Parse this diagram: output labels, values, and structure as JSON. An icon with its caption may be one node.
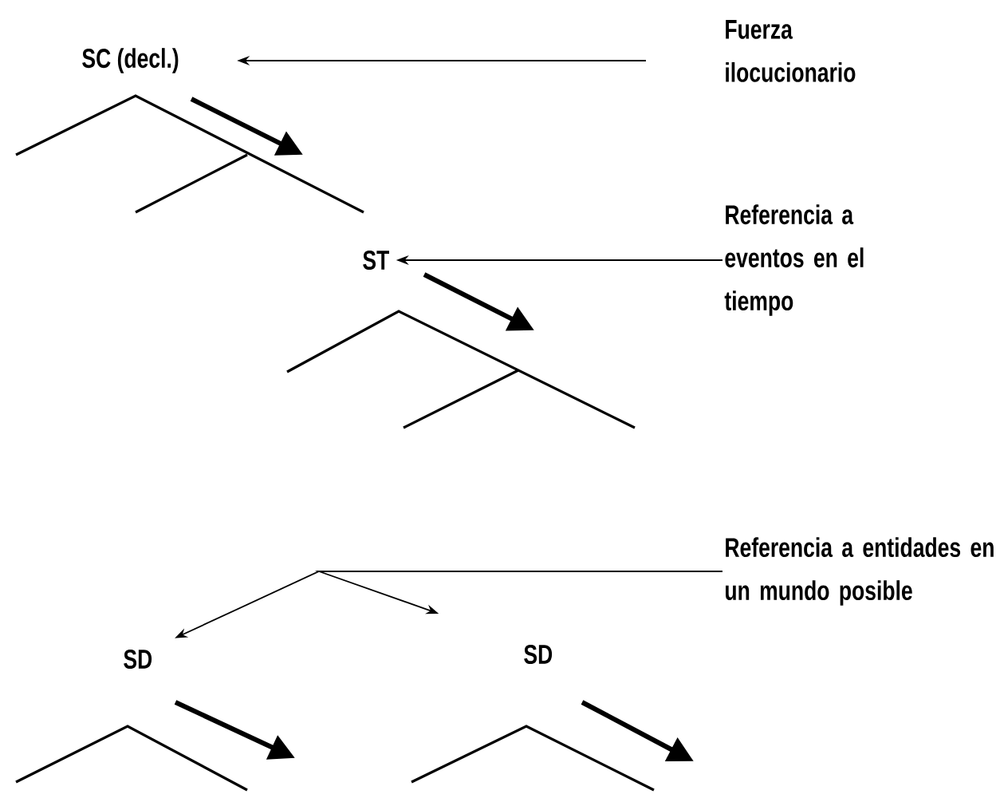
{
  "diagram": {
    "nodes": [
      {
        "text": [
          "SC (decl.)"
        ]
      },
      {
        "text": [
          "Fuerza ilocucionario"
        ]
      },
      {
        "text": [
          "ST"
        ]
      },
      {
        "text": [
          "Referencia a eventos en el tiempo"
        ]
      },
      {
        "text": [
          "Referencia a entidades en un mundo posible"
        ]
      },
      {
        "text": [
          "SD"
        ]
      },
      {
        "text": [
          "SD"
        ]
      }
    ],
    "edges": [
      {
        "from": 1,
        "to": 0,
        "arrow": "to"
      },
      {
        "from": 3,
        "to": 2,
        "arrow": "to"
      },
      {
        "from": 4,
        "to": 5,
        "arrow": "to"
      },
      {
        "from": 4,
        "to": 6,
        "arrow": "to"
      }
    ]
  }
}
